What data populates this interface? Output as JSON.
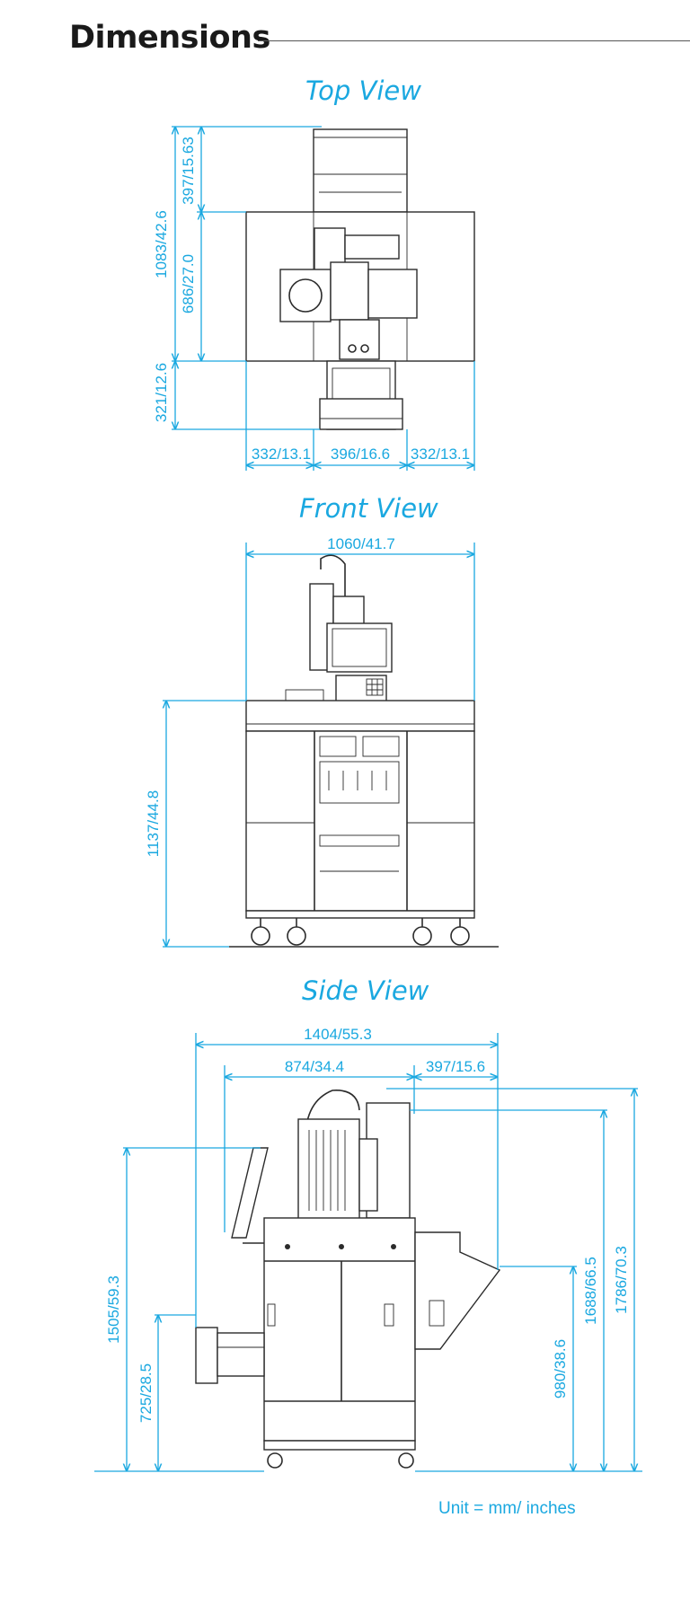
{
  "title": "Dimensions",
  "views": {
    "top": {
      "title": "Top View",
      "dims": {
        "overall_depth": "1083/42.6",
        "rear_section": "397/15.63",
        "main_section": "686/27.0",
        "front_section": "321/12.6",
        "left_width": "332/13.1",
        "center_width": "396/16.6",
        "right_width": "332/13.1"
      }
    },
    "front": {
      "title": "Front View",
      "dims": {
        "overall_width": "1060/41.7",
        "table_height": "1137/44.8"
      }
    },
    "side": {
      "title": "Side View",
      "dims": {
        "overall_length": "1404/55.3",
        "front_length": "874/34.4",
        "rear_length": "397/15.6",
        "monitor_height": "1505/59.3",
        "tray_height": "725/28.5",
        "rear_chute_height": "980/38.6",
        "head_height": "1688/66.5",
        "overall_height": "1786/70.3"
      }
    }
  },
  "unit_note": "Unit = mm/ inches",
  "colors": {
    "accent": "#1aa8e0",
    "line": "#2b2b2b",
    "title": "#1a1a1a"
  }
}
